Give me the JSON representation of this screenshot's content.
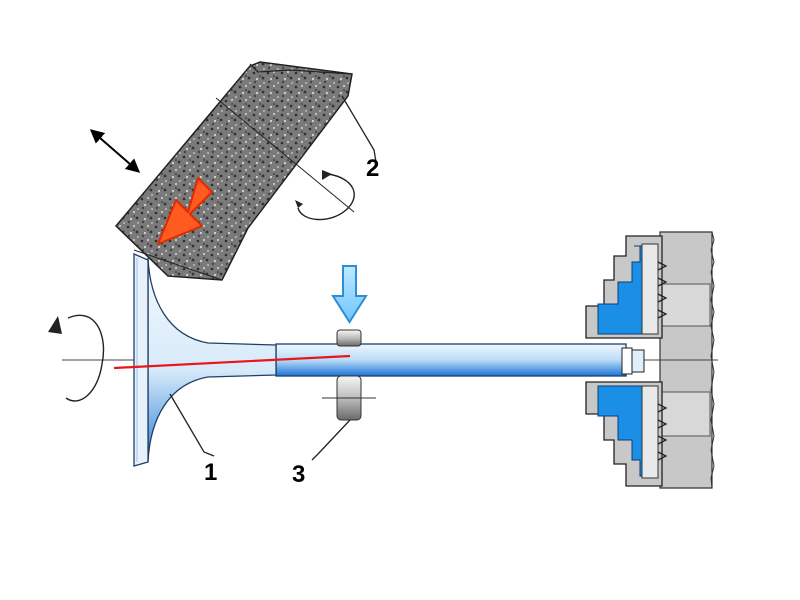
{
  "diagram": {
    "labels": {
      "valve": "1",
      "grinding_wheel": "2",
      "steady_rest": "3"
    },
    "colors": {
      "valve_blue": "#1a74d8",
      "chuck_blue": "#1b8fe6",
      "force_arrow_orange": "#ff5a1f",
      "force_arrow_blue": "#8fd3ff",
      "contact_line_red": "#e8161a",
      "chuck_gray": "#c8c8c8",
      "wheel_gray": "#6b6b6b"
    },
    "icons": [
      "rotation-arrow-icon",
      "double-headed-arrow-icon",
      "force-arrow-icon"
    ]
  }
}
